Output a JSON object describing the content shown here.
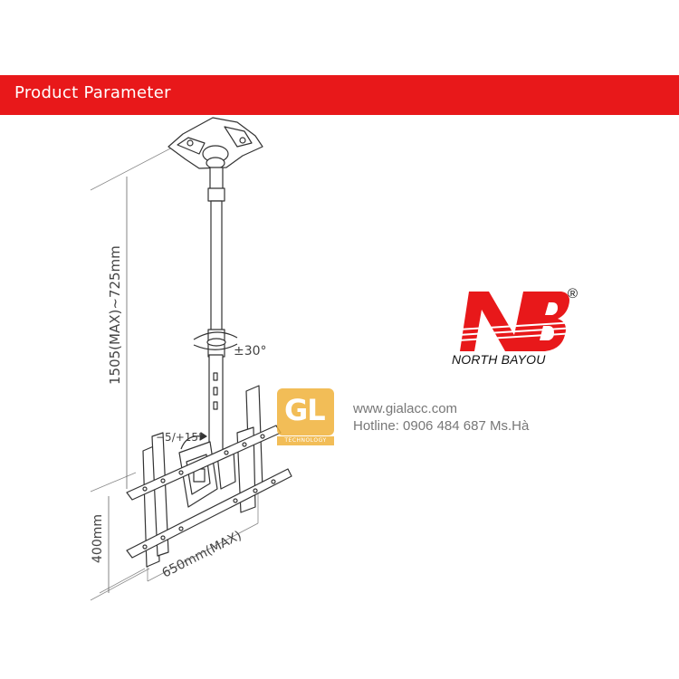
{
  "banner": {
    "title": "Product Parameter"
  },
  "dimensions": {
    "height_range": "1505(MAX)~725mm",
    "rotation": "±30°",
    "tilt": "−5/+15°",
    "vertical_spacing": "400mm",
    "horizontal_spacing": "650mm(MAX)"
  },
  "brand": {
    "logo_letters": "NB",
    "name": "NORTH BAYOU",
    "registered_mark": "®",
    "logo_color": "#e8181a"
  },
  "watermark": {
    "logo_letters": "GL",
    "logo_subtext": "TECHNOLOGY",
    "url": "www.gialacc.com",
    "hotline": "Hotline: 0906 484 687 Ms.Hà"
  },
  "colors": {
    "banner": "#e8181a",
    "line_art": "#333333",
    "watermark": "#f0b23a"
  }
}
